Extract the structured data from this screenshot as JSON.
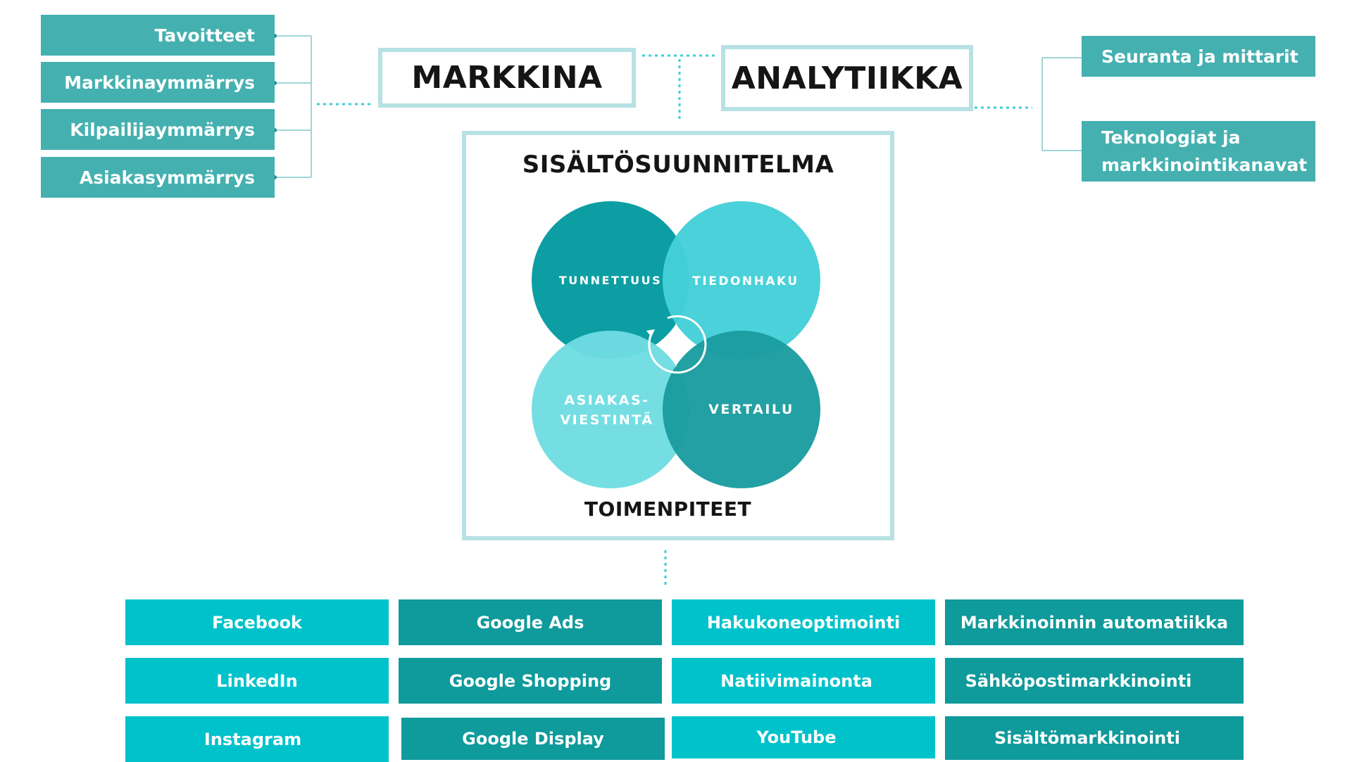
{
  "header": {
    "markkina": "MARKKINA",
    "analytiikka": "ANALYTIIKKA"
  },
  "left_items": [
    "Tavoitteet",
    "Markkinaymmärrys",
    "Kilpailijaymmärrys",
    "Asiakasymmärrys"
  ],
  "right_items": [
    "Seuranta ja mittarit",
    "Teknologiat ja markkinointikanavat"
  ],
  "plan": {
    "title": "SISÄLTÖSUUNNITELMA",
    "footer": "TOIMENPITEET",
    "circles": {
      "tunnettuus": "TUNNETTUUS",
      "tiedonhaku": "TIEDONHAKU",
      "asiakas_line1": "ASIAKAS-",
      "asiakas_line2": "VIESTINTÄ",
      "vertailu": "VERTAILU"
    }
  },
  "channels": [
    [
      "Facebook",
      "Google Ads",
      "Hakukoneoptimointi",
      "Markkinoinnin automatiikka"
    ],
    [
      "LinkedIn",
      "Google Shopping",
      "Natiivimainonta",
      "Sähköpostimarkkinointi"
    ],
    [
      "Instagram",
      "Google Display",
      "YouTube",
      "Sisältömarkkinointi"
    ]
  ],
  "colors": {
    "tag_teal": "#45b0b0",
    "outline": "#b7e1e2",
    "channel_light": "#00c2cb",
    "channel_dark": "#0f9a9b",
    "circle_tunnettuus": "#0c9ea3",
    "circle_tiedonhaku": "#44d0d8",
    "circle_asiakas": "#6edde2",
    "circle_vertailu": "#1a9c9f",
    "connector_dots": "#3ccfd6"
  }
}
